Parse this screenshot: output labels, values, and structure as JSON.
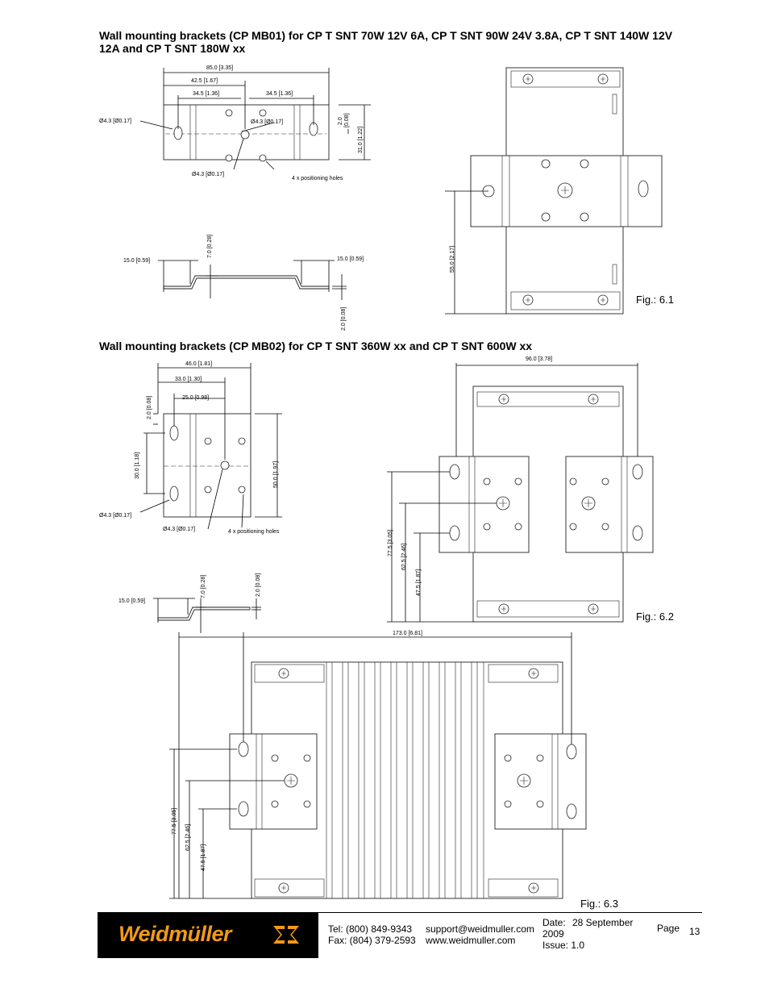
{
  "section1": {
    "title_line1": "Wall mounting brackets (CP MB01) for CP T SNT 70W 12V 6A, CP T SNT 90W 24V 3.8A, CP T SNT 140W 12V",
    "title_line2": "12A and CP T SNT 180W xx",
    "dims": {
      "overall": "85.0 [3.35]",
      "half": "42.5 [1.67]",
      "left_inner": "34.5 [1.36]",
      "right_inner": "34.5 [1.36]",
      "hole_left": "Ø4.3 [Ø0.17]",
      "hole_center": "Ø4.3 [Ø0.17]",
      "hole_bottom": "Ø4.3 [Ø0.17]",
      "pos_holes": "4 x positioning holes",
      "thick_a": "2.0",
      "thick_b": "[0.08]",
      "height": "31.0 [1.22]",
      "side_left": "15.0 [0.59]",
      "side_right": "15.0 [0.59]",
      "offset": "7.0 [0.28]",
      "thickness": "2.0 [0.08]",
      "mount_height": "55.0 [2.17]"
    },
    "fig_label": "Fig.: 6.1"
  },
  "section2": {
    "title": "Wall mounting brackets (CP MB02) for CP T SNT 360W xx and CP T SNT 600W xx",
    "dims": {
      "overall": "46.0 [1.81]",
      "inner": "33.0 [1.30]",
      "center": "25.0 [0.98]",
      "thick": "2.0 [0.08]",
      "slot_span": "30.0 [1.18]",
      "height": "50.0 [1.97]",
      "hole_left": "Ø4.3 [Ø0.17]",
      "hole_bottom": "Ø4.3 [Ø0.17]",
      "pos_holes": "4 x positioning holes",
      "offset": "7.0 [0.28]",
      "thickness": "2.0 [0.08]",
      "side": "15.0 [0.59]",
      "width_top": "96.0 [3.78]",
      "h1": "77.5 [3.05]",
      "h2": "62.5 [2.46]",
      "h3": "47.5 [1.87]"
    },
    "fig_label": "Fig.: 6.2"
  },
  "section3": {
    "dims": {
      "width": "173.0 [6.81]",
      "h1": "77.5 [3.05]",
      "h2": "62.5 [2.46]",
      "h3": "47.5 [1.87]"
    },
    "fig_label": "Fig.: 6.3"
  },
  "footer": {
    "logo": "Weidmüller",
    "tel": "Tel:  (800) 849-9343",
    "fax": "Fax: (804) 379-2593",
    "email": "support@weidmuller.com",
    "web": "www.weidmuller.com",
    "date_label": "Date:",
    "date_value": "28 September",
    "date_year": "2009",
    "issue": "Issue: 1.0",
    "page_label": "Page",
    "page_number": "13"
  }
}
